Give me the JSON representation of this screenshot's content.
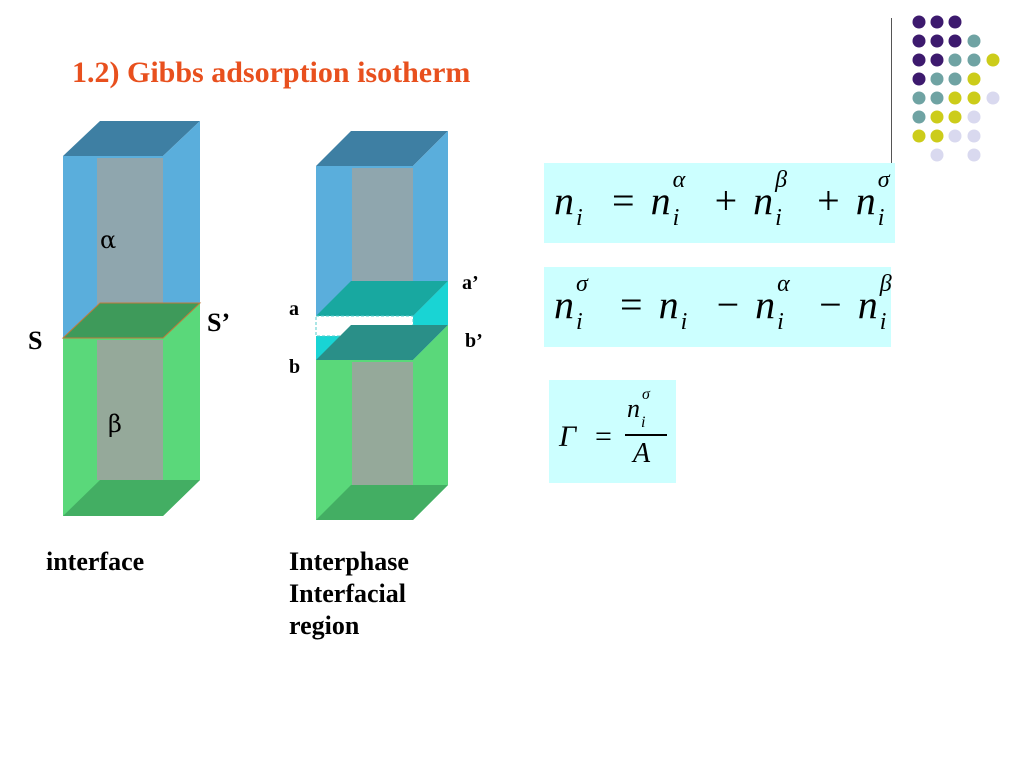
{
  "slide": {
    "title": "1.2) Gibbs adsorption isotherm"
  },
  "diagram_left": {
    "alpha_label": "α",
    "beta_label": "β",
    "s_left_label": "S",
    "s_right_label": "S’",
    "caption": "interface"
  },
  "diagram_right": {
    "a_label": "a",
    "b_label": "b",
    "a_prime_label": "a’",
    "b_prime_label": "b’",
    "caption_line1": "Interphase",
    "caption_line2": "Interfacial",
    "caption_line3": "region"
  },
  "equations": {
    "eq1": {
      "n": "n",
      "i": "i",
      "alpha": "α",
      "beta": "β",
      "sigma": "σ",
      "equals": "=",
      "plus": "+"
    },
    "eq2": {
      "n": "n",
      "i": "i",
      "alpha": "α",
      "beta": "β",
      "sigma": "σ",
      "equals": "=",
      "minus": "−"
    },
    "eq3": {
      "gamma": "Γ",
      "equals": "=",
      "n": "n",
      "i": "i",
      "sigma": "σ",
      "area": "A"
    }
  },
  "colors": {
    "title": "#e8501e",
    "alpha_phase": "#5aaedc",
    "beta_phase": "#5ad87a",
    "interface_plane": "#3e9a5a",
    "interphase_layer": "#19d4d4",
    "equation_bg": "#ccffff",
    "dot_purple": "#3d1a6e",
    "dot_teal": "#6fa3a3",
    "dot_yellow": "#cccc1a",
    "dot_lavender": "#d9d9ef"
  }
}
